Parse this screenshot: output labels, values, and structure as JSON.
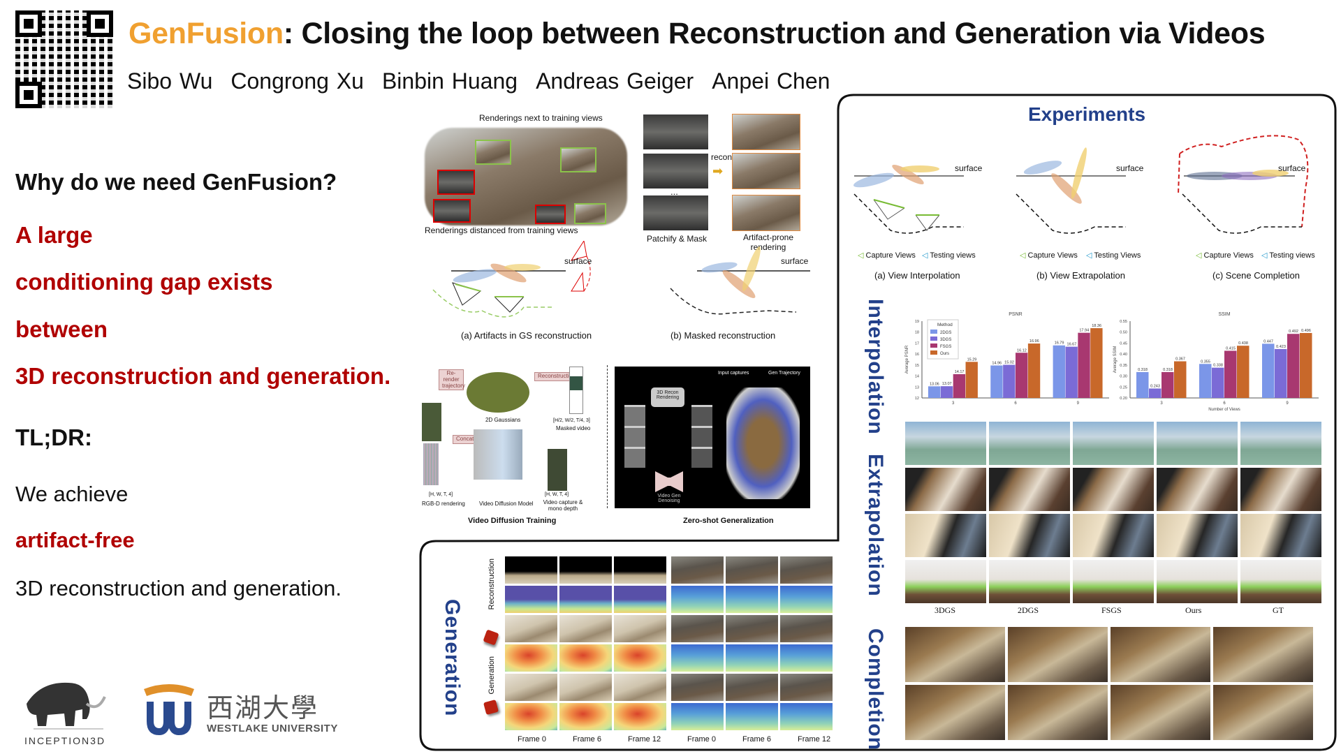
{
  "colors": {
    "brand": "#f0a030",
    "emphasis": "#b00000",
    "section": "#22408a",
    "frame": "#000000"
  },
  "header": {
    "brand": "GenFusion",
    "title": ": Closing the loop between Reconstruction and Generation via Videos",
    "authors": [
      "Sibo Wu",
      "Congrong Xu",
      "Binbin Huang",
      "Andreas Geiger",
      "Anpei Chen"
    ],
    "qr_icon": "qr-code"
  },
  "motivation": {
    "question": "Why do we need GenFusion?",
    "lines": [
      "A large",
      "conditioning gap exists",
      "between",
      "3D reconstruction and generation."
    ],
    "tldr": "TL;DR:",
    "achieve": "We achieve",
    "highlight": "artifact-free",
    "tail": "3D reconstruction and generation."
  },
  "logos": {
    "inception": "INCEPTION3D",
    "westlake_cn": "西湖大學",
    "westlake_en": "WESTLAKE UNIVERSITY"
  },
  "method": {
    "near_views": "Renderings next to training views",
    "far_views": "Renderings distanced from training views",
    "patchify": "Patchify & Mask",
    "recon": "recon",
    "artifact_prone": "Artifact-prone rendering",
    "surface": "surface",
    "caption_a": "(a)  Artifacts in GS reconstruction",
    "caption_b": "(b)  Masked reconstruction",
    "check": "√",
    "cross": "×",
    "ellipsis": "..."
  },
  "training": {
    "rerender": "Re-render trajectory",
    "reconstruction": "Reconstruction",
    "gaussians": "2D Gaussians",
    "masked_dims": "[H/2, W/2, T/4, 3]",
    "masked_video": "Masked video",
    "concat": "Concat",
    "rgbd_dims": "[H, W, T, 4]",
    "rgbd": "RGB-D rendering",
    "vdm": "Video Diffusion Model",
    "capture_dims": "[H, W, T, 4]",
    "capture": "Video capture & mono depth",
    "title": "Video Diffusion Training"
  },
  "zeroshot": {
    "recon_render": "3D Recon Rendering",
    "denoise": "Video Gen Denoising",
    "input_captures": "Input captures",
    "gen_trajectory": "Gen Trajectory",
    "title": "Zero-shot Generalization"
  },
  "generation": {
    "section": "Generation",
    "row_recon": "Reconstruction",
    "row_gen": "Generation",
    "frames": [
      "Frame 0",
      "Frame 6",
      "Frame 12",
      "Frame 0",
      "Frame 6",
      "Frame 12"
    ]
  },
  "experiments": {
    "title": "Experiments",
    "surface": "surface",
    "diagrams": [
      {
        "capture": "Capture Views",
        "testing": "Testing views",
        "caption": "(a) View Interpolation"
      },
      {
        "capture": "Capture Views",
        "testing": "Testing Views",
        "caption": "(b) View Extrapolation"
      },
      {
        "capture": "Capture Views",
        "testing": "Testing views",
        "caption": "(c) Scene Completion"
      }
    ],
    "interpolation": "Interpolation",
    "extrapolation": "Extrapolation",
    "completion": "Completion",
    "methods": [
      "3DGS",
      "2DGS",
      "FSGS",
      "Ours",
      "GT"
    ]
  },
  "chart_data": [
    {
      "type": "bar",
      "title": "PSNR",
      "xlabel": "",
      "ylabel": "Average PSNR",
      "categories": [
        "3",
        "6",
        "9"
      ],
      "ylim": [
        12,
        19
      ],
      "yticks": [
        12,
        13,
        14,
        15,
        16,
        17,
        18,
        19
      ],
      "legend": {
        "title": "Method",
        "position": "top-left"
      },
      "grid": false,
      "series": [
        {
          "name": "2DGS",
          "color": "#7b96e8",
          "values": [
            13.06,
            14.96,
            16.79
          ]
        },
        {
          "name": "3DGS",
          "color": "#7b6bd6",
          "values": [
            13.07,
            15.02,
            16.67
          ]
        },
        {
          "name": "FSGS",
          "color": "#a83870",
          "values": [
            14.17,
            16.12,
            17.94
          ]
        },
        {
          "name": "Ours",
          "color": "#c8682a",
          "values": [
            15.29,
            16.96,
            18.36
          ]
        }
      ]
    },
    {
      "type": "bar",
      "title": "SSIM",
      "xlabel": "Number of Views",
      "ylabel": "Average SSIM",
      "categories": [
        "3",
        "6",
        "9"
      ],
      "ylim": [
        0.2,
        0.55
      ],
      "yticks": [
        "0.20",
        "0.25",
        "0.30",
        "0.35",
        "0.40",
        "0.45",
        "0.50",
        "0.55"
      ],
      "grid": false,
      "series": [
        {
          "name": "2DGS",
          "color": "#7b96e8",
          "values": [
            0.318,
            0.355,
            0.447
          ]
        },
        {
          "name": "3DGS",
          "color": "#7b6bd6",
          "values": [
            0.243,
            0.338,
            0.423
          ]
        },
        {
          "name": "FSGS",
          "color": "#a83870",
          "values": [
            0.318,
            0.415,
            0.492
          ]
        },
        {
          "name": "Ours",
          "color": "#c8682a",
          "values": [
            0.367,
            0.438,
            0.496
          ]
        }
      ]
    }
  ]
}
